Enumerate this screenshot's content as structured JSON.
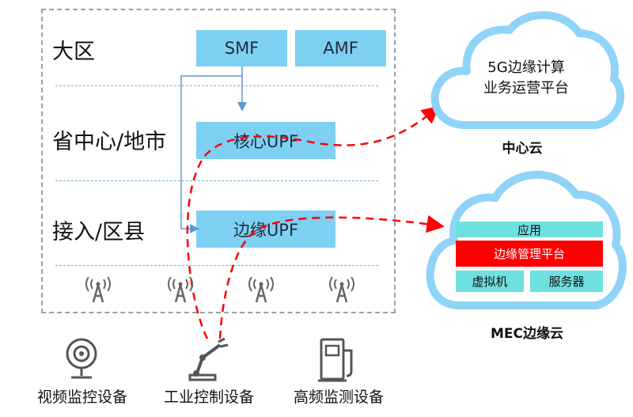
{
  "tiers": {
    "region": "大区",
    "province": "省中心/地市",
    "access": "接入/区县"
  },
  "network_functions": {
    "smf": "SMF",
    "amf": "AMF",
    "core_upf": "核心UPF",
    "edge_upf": "边缘UPF"
  },
  "central_cloud": {
    "line1": "5G边缘计算",
    "line2": "业务运营平台",
    "title": "中心云"
  },
  "mec_cloud": {
    "app": "应用",
    "platform": "边缘管理平台",
    "vm": "虚拟机",
    "server": "服务器",
    "title": "MEC边缘云"
  },
  "devices": [
    {
      "label": "视频监控设备",
      "icon": "camera-icon"
    },
    {
      "label": "工业控制设备",
      "icon": "robot-arm-icon"
    },
    {
      "label": "高频监测设备",
      "icon": "meter-icon"
    }
  ],
  "colors": {
    "nf_box": "#7ed0f3",
    "cloud_outline": "#8fd3f7",
    "mec_app": "#6fe0e0",
    "mec_platform": "#ff0000",
    "mec_resource": "#6fe0e0",
    "traffic_path": "#ff0000",
    "control_line": "#5b9bd5"
  }
}
